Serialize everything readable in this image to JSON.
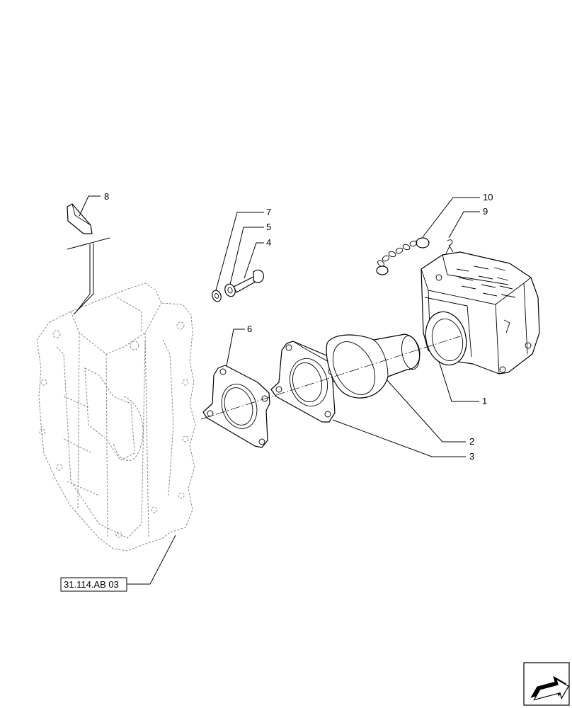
{
  "callouts": [
    {
      "id": "1",
      "label": "1"
    },
    {
      "id": "2",
      "label": "2"
    },
    {
      "id": "3",
      "label": "3"
    },
    {
      "id": "4",
      "label": "4"
    },
    {
      "id": "5",
      "label": "5"
    },
    {
      "id": "6",
      "label": "6"
    },
    {
      "id": "7",
      "label": "7"
    },
    {
      "id": "8",
      "label": "8"
    },
    {
      "id": "9",
      "label": "9"
    },
    {
      "id": "10",
      "label": "10"
    }
  ],
  "reference_box": {
    "label": "31.114.AB 03"
  },
  "nav_icon": "next-page-arrow-icon"
}
